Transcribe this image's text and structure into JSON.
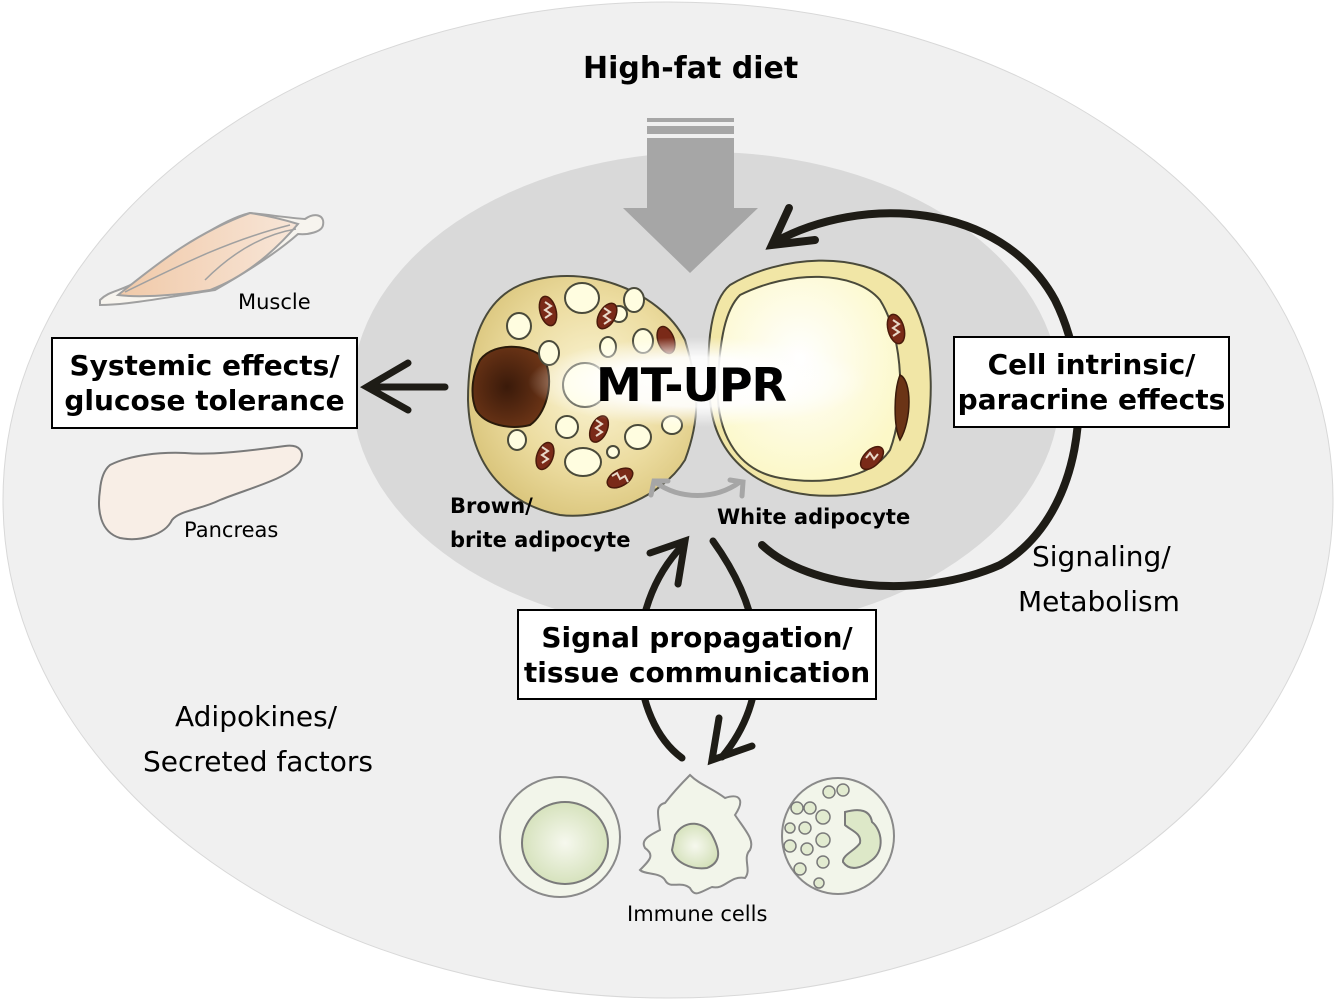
{
  "title": "High-fat diet",
  "center_label": "MT-UPR",
  "cells": {
    "brown": {
      "line1": "Brown/",
      "line2": "brite adipocyte"
    },
    "white": {
      "label": "White adipocyte"
    }
  },
  "boxes": {
    "systemic": {
      "line1": "Systemic effects/",
      "line2": "glucose tolerance"
    },
    "cell_intrinsic": {
      "line1": "Cell intrinsic/",
      "line2": "paracrine effects"
    },
    "signal": {
      "line1": "Signal propagation/",
      "line2": "tissue communication"
    }
  },
  "labels": {
    "muscle": "Muscle",
    "pancreas": "Pancreas",
    "immune": "Immune cells",
    "signaling_line1": "Signaling/",
    "signaling_line2": "Metabolism",
    "adipokines_line1": "Adipokines/",
    "adipokines_line2": "Secreted factors"
  },
  "colors": {
    "outer_region": "#f0f0f0",
    "inner_region": "#d9d9d9",
    "diet_arrow": "#a6a6a6",
    "arrow_dark": "#1e1c16",
    "adipocyte_fill": "#e3cf85",
    "lipid_fill": "#fffde0",
    "mito_fill": "#7a2a18",
    "nucleus_fill": "#6b3416",
    "muscle_fill": "#f3d2b6",
    "pancreas_fill": "#f8eee6",
    "immune_fill": "#e8eedd",
    "immune_nucleus": "#d3e0b8"
  }
}
